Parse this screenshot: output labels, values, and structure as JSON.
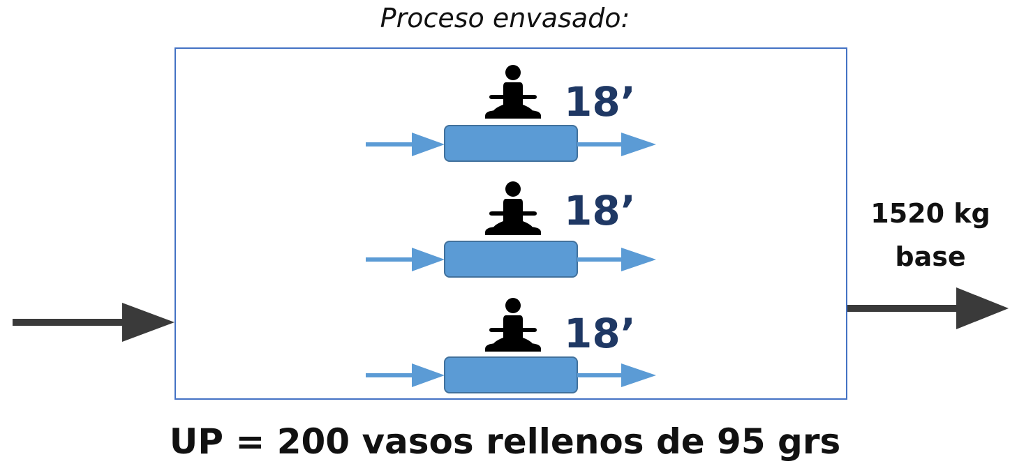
{
  "title": "Proceso envasado:",
  "stations": [
    {
      "time": "18’"
    },
    {
      "time": "18’"
    },
    {
      "time": "18’"
    }
  ],
  "output": {
    "line1": "1520 kg",
    "line2": "base"
  },
  "footer": "UP = 200 vasos rellenos de 95 grs",
  "colors": {
    "box_border": "#4472C4",
    "machine_fill": "#5B9BD5",
    "flow_arrow": "#5B9BD5",
    "main_arrow": "#3A3A3A",
    "time_text": "#1F3864",
    "worker": "#000000"
  },
  "icons": {
    "worker": "meditating-person-icon"
  }
}
